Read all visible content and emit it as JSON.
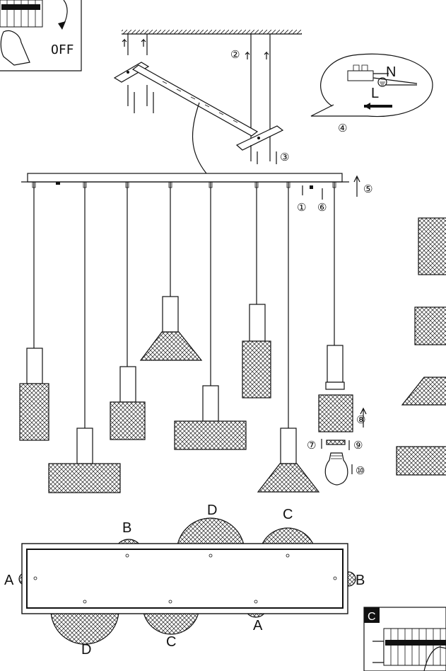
{
  "switch_panel": {
    "off_label": "OFF"
  },
  "step_numbers": {
    "step2": "②",
    "step3": "③",
    "step4": "④",
    "step5": "⑤",
    "step1": "①",
    "step6": "⑥",
    "step7": "⑦",
    "step8": "⑧",
    "step9": "⑨",
    "step10": "⑩"
  },
  "wiring": {
    "neutral": "N",
    "live": "L"
  },
  "canopy_labels": {
    "a_left": "A",
    "b_top": "B",
    "d_top": "D",
    "c_top": "C",
    "b_right": "B",
    "a_bottom": "A",
    "d_bottom": "D",
    "c_bottom": "C"
  },
  "breaker_panel": {
    "label": "C"
  },
  "colors": {
    "ink": "#111111",
    "paper": "#ffffff"
  }
}
